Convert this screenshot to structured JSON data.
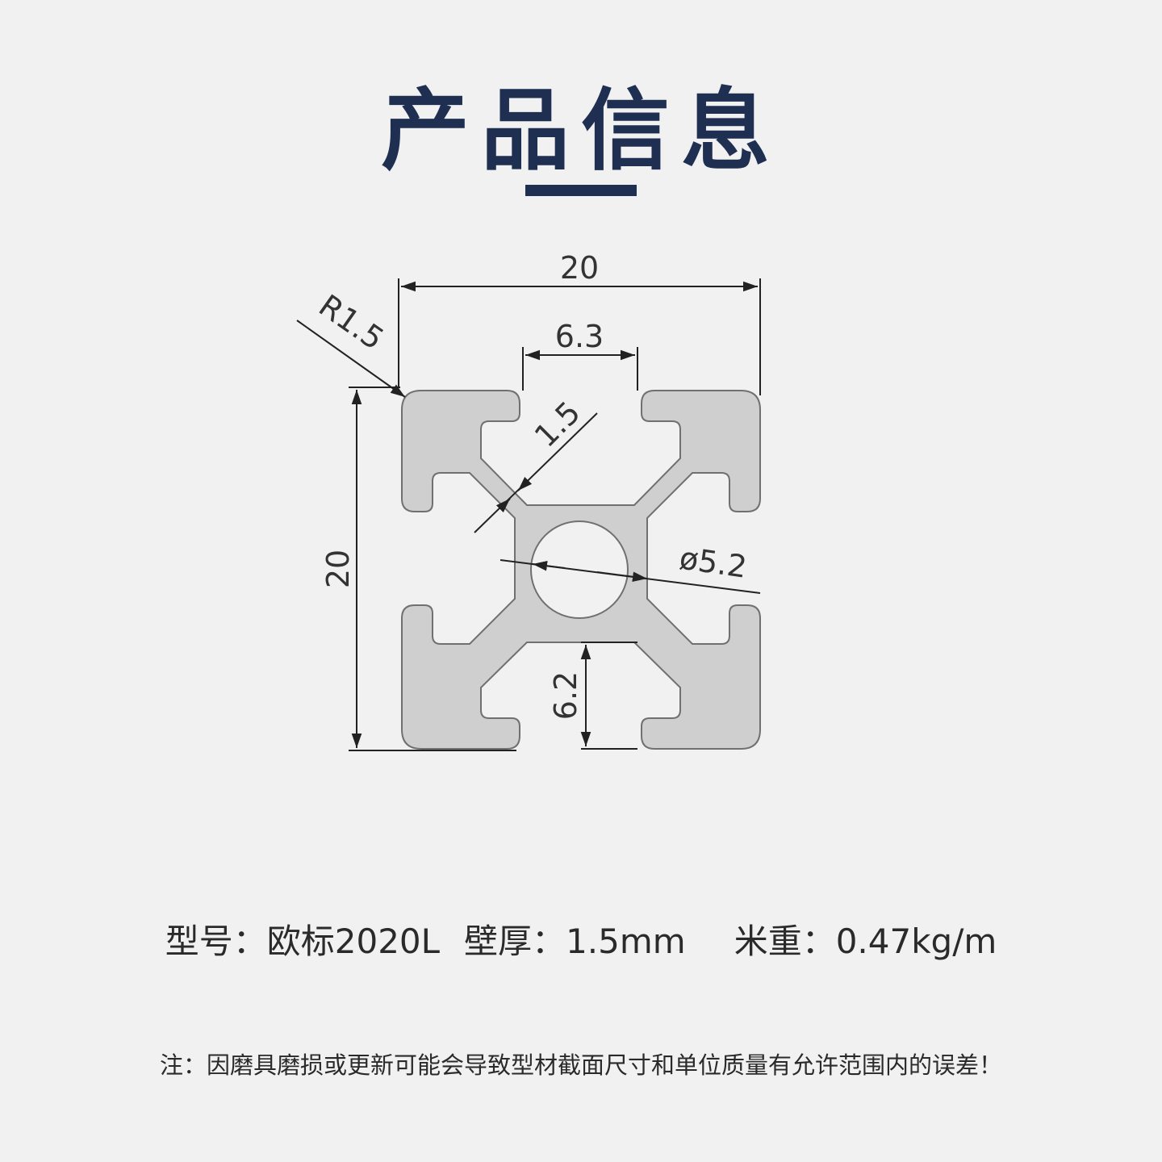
{
  "title": "产品信息",
  "drawing": {
    "dims": {
      "width": "20",
      "height": "20",
      "slot": "6.3",
      "wall": "1.5",
      "radius": "R1.5",
      "bore": "ø5.2",
      "depth": "6.2"
    },
    "colors": {
      "profile_fill": "#cfcfcf",
      "profile_stroke": "#707070",
      "dim_line": "#222222",
      "accent": "#1e2f52"
    }
  },
  "specs": {
    "model_label": "型号：",
    "model_value": "欧标2020L",
    "wall_label": "壁厚：",
    "wall_value": "1.5mm",
    "weight_label": "米重：",
    "weight_value": "0.47kg/m"
  },
  "note": "注：因磨具磨损或更新可能会导致型材截面尺寸和单位质量有允许范围内的误差！"
}
